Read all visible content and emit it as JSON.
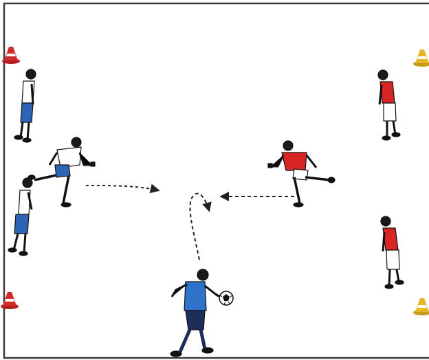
{
  "diagram": {
    "field": {
      "background": "#ffffff",
      "line_color": "#3a3a3a"
    },
    "cones": [
      {
        "name": "red-cone-top-left",
        "color": "#d32b2b"
      },
      {
        "name": "red-cone-bottom-left",
        "color": "#d32b2b"
      },
      {
        "name": "yellow-cone-top-right",
        "color": "#e6b629"
      },
      {
        "name": "yellow-cone-bottom-right",
        "color": "#e6b629"
      }
    ],
    "teams": {
      "white_blue": {
        "shirt": "#ffffff",
        "shorts": "#2d64b6"
      },
      "red_white": {
        "shirt": "#d82626",
        "shorts": "#ffffff"
      }
    },
    "coach": {
      "bib": "#2f72c9",
      "trousers": "#1e2e5a"
    },
    "ball": {
      "color": "#ffffff"
    },
    "arrows": [
      {
        "name": "arrow-from-white-runner"
      },
      {
        "name": "arrow-from-red-runner"
      },
      {
        "name": "arrow-from-coach"
      }
    ]
  }
}
